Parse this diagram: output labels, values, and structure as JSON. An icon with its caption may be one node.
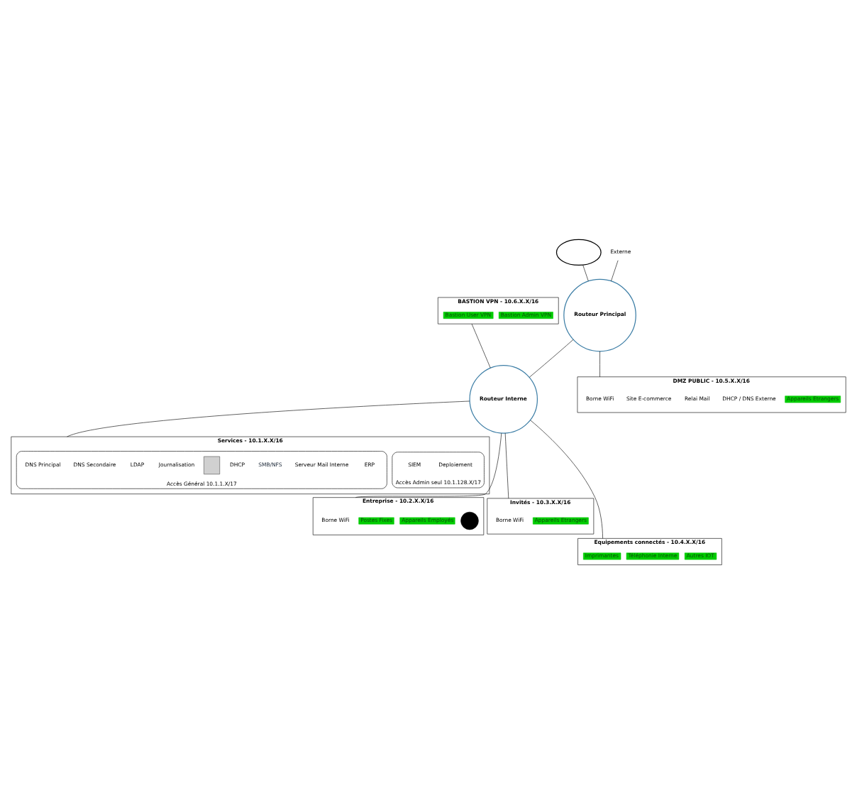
{
  "diagram": {
    "nodes": [
      {
        "text": [],
        "shape": "cloud"
      },
      {
        "text": [
          "Externe"
        ]
      },
      {
        "text": [
          "Routeur Principal"
        ]
      },
      {
        "text": [
          "BASTION VPN - 10.6.X.X/16"
        ]
      },
      {
        "text": [
          "Bastion User VPN"
        ],
        "in": 3
      },
      {
        "text": [
          "Bastion Admin VPN"
        ],
        "in": 3
      },
      {
        "text": [
          "Routeur Interne"
        ]
      },
      {
        "text": [
          "DMZ PUBLIC - 10.5.X.X/16"
        ]
      },
      {
        "text": [
          "Borne WiFi"
        ],
        "in": 7
      },
      {
        "text": [
          "Site E-commerce"
        ],
        "in": 7
      },
      {
        "text": [
          "Relai Mail"
        ],
        "in": 7
      },
      {
        "text": [
          "DHCP / DNS Externe"
        ],
        "in": 7
      },
      {
        "text": [
          "Appareils Etrangers"
        ],
        "in": 7
      },
      {
        "text": [
          "Services - 10.1.X.X/16"
        ]
      },
      {
        "text": [
          "Accès Général 10.1.1.X/17"
        ],
        "in": 13
      },
      {
        "text": [
          "DNS Principal"
        ],
        "in": 14
      },
      {
        "text": [
          "DNS Secondaire"
        ],
        "in": 14
      },
      {
        "text": [
          "LDAP"
        ],
        "in": 14
      },
      {
        "text": [
          "Journalisation"
        ],
        "in": 14
      },
      {
        "text": [],
        "shape": "box",
        "in": 14
      },
      {
        "text": [
          "DHCP"
        ],
        "in": 14
      },
      {
        "text": [
          "SMB/NFS"
        ],
        "in": 14
      },
      {
        "text": [
          "Serveur Mail Interne"
        ],
        "in": 14
      },
      {
        "text": [
          "ERP"
        ],
        "in": 14
      },
      {
        "text": [
          "Accès Admin seul 10.1.128.X/17"
        ],
        "in": 13
      },
      {
        "text": [
          "SIEM"
        ],
        "in": 24
      },
      {
        "text": [
          "Deploiement"
        ],
        "in": 24
      },
      {
        "text": [
          "Entreprise - 10.2.X.X/16"
        ]
      },
      {
        "text": [
          "Borne WiFi"
        ],
        "in": 27
      },
      {
        "text": [
          "Postes Fixes"
        ],
        "in": 27
      },
      {
        "text": [
          "Appareils Employés"
        ],
        "in": 27
      },
      {
        "text": [],
        "shape": "circle",
        "in": 27
      },
      {
        "text": [
          "Invités - 10.3.X.X/16"
        ]
      },
      {
        "text": [
          "Borne WiFi"
        ],
        "in": 32
      },
      {
        "text": [
          "Appareils Etrangers"
        ],
        "in": 32
      },
      {
        "text": [
          "Equipements connectés - 10.4.X.X/16"
        ]
      },
      {
        "text": [
          "Imprimantes"
        ],
        "in": 35
      },
      {
        "text": [
          "Téléphonie Interne"
        ],
        "in": 35
      },
      {
        "text": [
          "Autres IOT"
        ],
        "in": 35
      }
    ],
    "edges": [
      {
        "from": 0,
        "to": 2,
        "arrow": "none"
      },
      {
        "from": 1,
        "to": 2,
        "arrow": "none"
      },
      {
        "from": 2,
        "to": 7,
        "arrow": "none"
      },
      {
        "from": 2,
        "to": 6,
        "arrow": "none"
      },
      {
        "from": 3,
        "to": 6,
        "arrow": "none"
      },
      {
        "from": 6,
        "to": 13,
        "arrow": "none"
      },
      {
        "from": 6,
        "to": 27,
        "arrow": "none"
      },
      {
        "from": 6,
        "to": 32,
        "arrow": "none"
      },
      {
        "from": 6,
        "to": 35,
        "arrow": "none"
      }
    ]
  }
}
